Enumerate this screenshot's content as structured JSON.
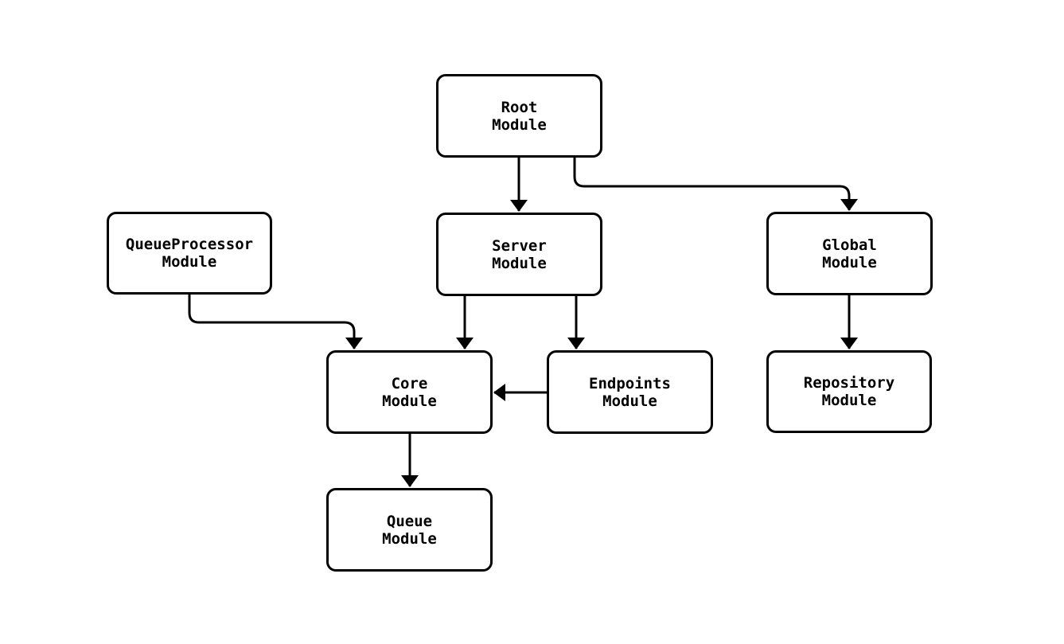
{
  "diagram": {
    "type": "flowchart",
    "background_color": "#ffffff",
    "stroke_color": "#000000",
    "text_color": "#000000",
    "node_fill_color": "#ffffff",
    "nodes": {
      "root": {
        "line1": "Root",
        "line2": "Module"
      },
      "qproc": {
        "line1": "QueueProcessor",
        "line2": "Module"
      },
      "server": {
        "line1": "Server",
        "line2": "Module"
      },
      "global": {
        "line1": "Global",
        "line2": "Module"
      },
      "core": {
        "line1": "Core",
        "line2": "Module"
      },
      "endpoints": {
        "line1": "Endpoints",
        "line2": "Module"
      },
      "repository": {
        "line1": "Repository",
        "line2": "Module"
      },
      "queue": {
        "line1": "Queue",
        "line2": "Module"
      }
    },
    "edges": [
      {
        "from": "Root Module",
        "to": "Server Module"
      },
      {
        "from": "Root Module",
        "to": "Global Module"
      },
      {
        "from": "QueueProcessor Module",
        "to": "Core Module"
      },
      {
        "from": "Server Module",
        "to": "Core Module"
      },
      {
        "from": "Server Module",
        "to": "Endpoints Module"
      },
      {
        "from": "Endpoints Module",
        "to": "Core Module"
      },
      {
        "from": "Global Module",
        "to": "Repository Module"
      },
      {
        "from": "Core Module",
        "to": "Queue Module"
      }
    ]
  }
}
